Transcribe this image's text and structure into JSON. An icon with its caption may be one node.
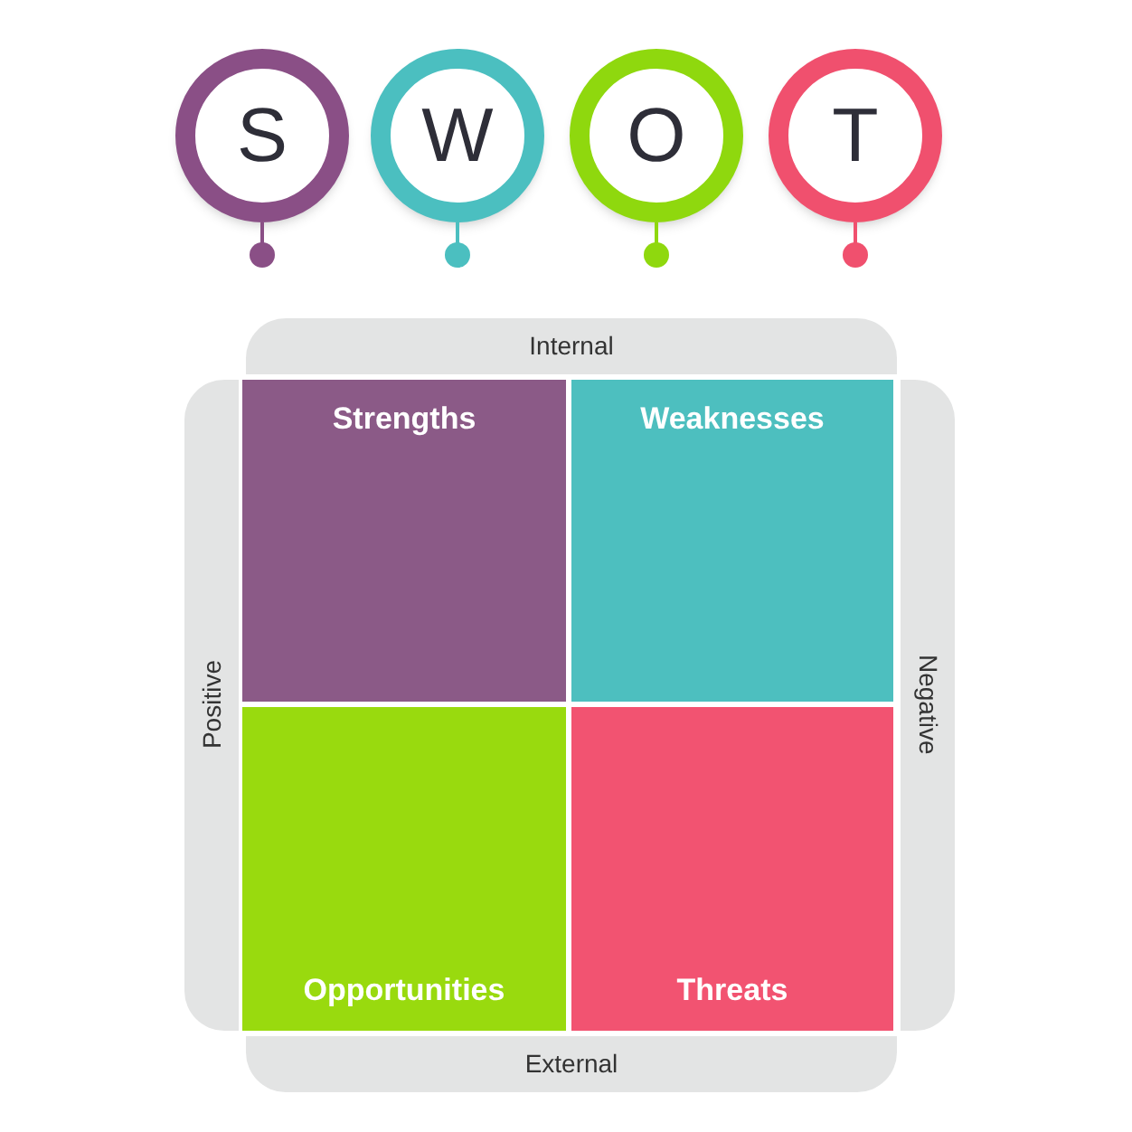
{
  "diagram": {
    "nodes": [
      {
        "text": [
          "S"
        ]
      },
      {
        "text": [
          "W"
        ]
      },
      {
        "text": [
          "O"
        ]
      },
      {
        "text": [
          "T"
        ]
      },
      {
        "text": [
          "Internal"
        ]
      },
      {
        "text": [
          "Positive"
        ]
      },
      {
        "text": [
          "Strengths"
        ]
      },
      {
        "text": [
          "Weaknesses"
        ]
      },
      {
        "text": [
          "Opportunities"
        ]
      },
      {
        "text": [
          "Threats"
        ]
      },
      {
        "text": [
          "Negative"
        ]
      },
      {
        "text": [
          "External"
        ]
      }
    ]
  }
}
